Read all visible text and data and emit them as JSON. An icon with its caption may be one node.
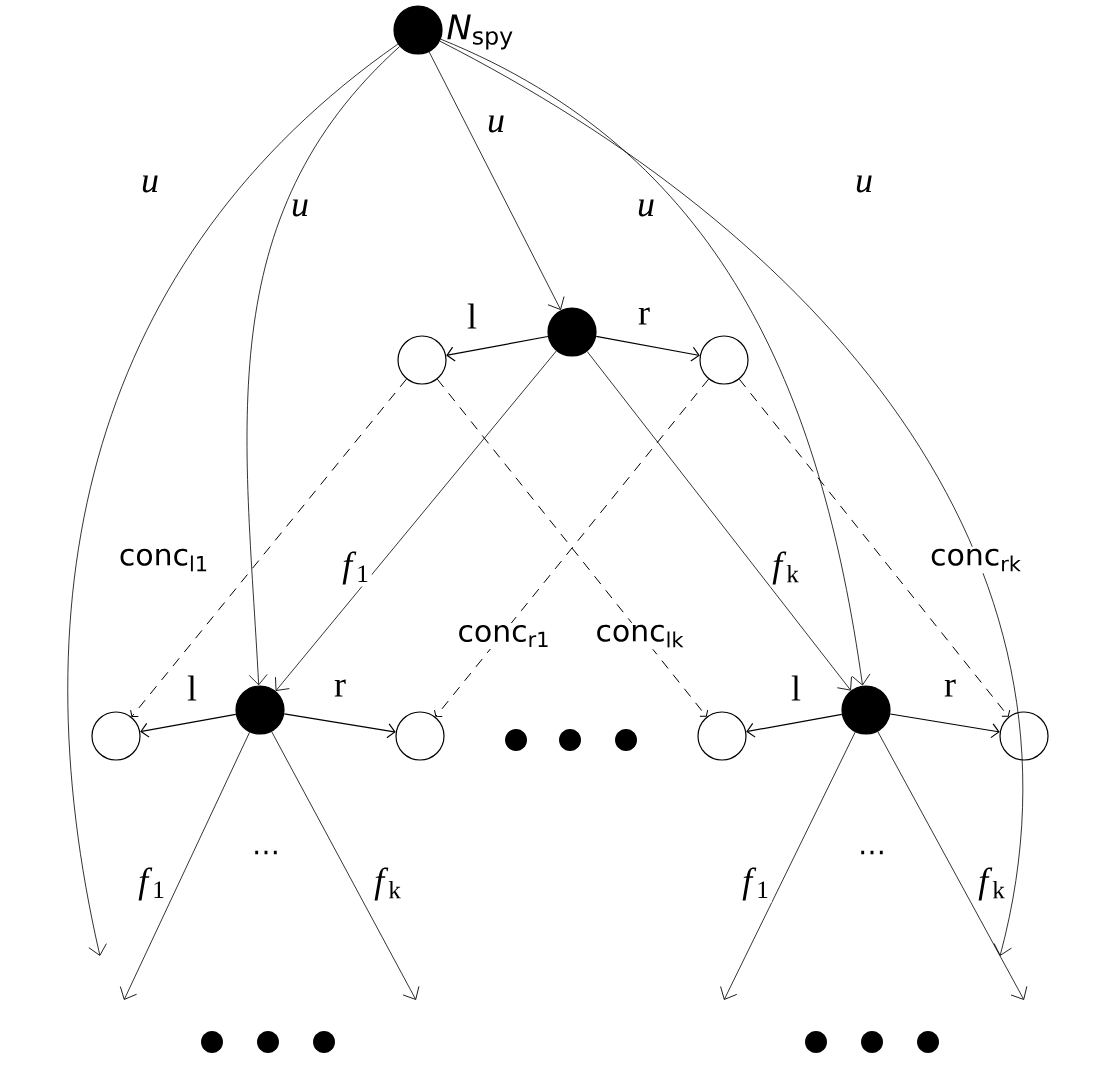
{
  "diagram": {
    "nodes": [
      {
        "text": [],
        "shape": "circle",
        "beside": [
          "*N*$_{spy}$"
        ]
      },
      {
        "text": [],
        "shape": "circle"
      },
      {
        "text": [],
        "shape": "circle"
      },
      {
        "text": [],
        "shape": "circle"
      },
      {
        "text": [],
        "shape": "circle"
      },
      {
        "text": [],
        "shape": "circle"
      },
      {
        "text": [],
        "shape": "circle"
      },
      {
        "text": [],
        "shape": "circle"
      },
      {
        "text": [],
        "shape": "circle"
      },
      {
        "text": [],
        "shape": "circle"
      }
    ],
    "edges": [
      {
        "from": 0,
        "to": null,
        "arrow": "to",
        "label": "u"
      },
      {
        "from": 0,
        "to": 4,
        "arrow": "to",
        "label": "u"
      },
      {
        "from": 0,
        "to": 1,
        "arrow": "to",
        "label": "u"
      },
      {
        "from": 0,
        "to": 7,
        "arrow": "to",
        "label": "u"
      },
      {
        "from": 0,
        "to": null,
        "arrow": "to",
        "label": "u"
      },
      {
        "from": 1,
        "to": 2,
        "arrow": "to",
        "label": "l"
      },
      {
        "from": 1,
        "to": 3,
        "arrow": "to",
        "label": "r"
      },
      {
        "from": 1,
        "to": 4,
        "arrow": "to",
        "label": "*f*$_{1}$"
      },
      {
        "from": 1,
        "to": 7,
        "arrow": "to",
        "label": "*f*$_{k}$"
      },
      {
        "from": 2,
        "to": 5,
        "arrow": "to",
        "label": "conc$_{l1}$",
        "style": "dashed"
      },
      {
        "from": 2,
        "to": 8,
        "arrow": "to",
        "label": "conc$_{lk}$",
        "style": "dashed"
      },
      {
        "from": 3,
        "to": 6,
        "arrow": "to",
        "label": "conc$_{r1}$",
        "style": "dashed"
      },
      {
        "from": 3,
        "to": 9,
        "arrow": "to",
        "label": "conc$_{rk}$",
        "style": "dashed"
      },
      {
        "from": 4,
        "to": 5,
        "arrow": "to",
        "label": "l"
      },
      {
        "from": 4,
        "to": 6,
        "arrow": "to",
        "label": "r"
      },
      {
        "from": 7,
        "to": 8,
        "arrow": "to",
        "label": "l"
      },
      {
        "from": 7,
        "to": 9,
        "arrow": "to",
        "label": "r"
      },
      {
        "from": 4,
        "to": null,
        "arrow": "to",
        "label": "*f*$_{1}$"
      },
      {
        "from": 4,
        "to": null,
        "arrow": "to",
        "label": "*f*$_{k}$"
      },
      {
        "from": 7,
        "to": null,
        "arrow": "to",
        "label": "*f*$_{1}$"
      },
      {
        "from": 7,
        "to": null,
        "arrow": "to",
        "label": "*f*$_{k}$"
      }
    ],
    "labels": [
      "⋯",
      "⋯"
    ]
  }
}
